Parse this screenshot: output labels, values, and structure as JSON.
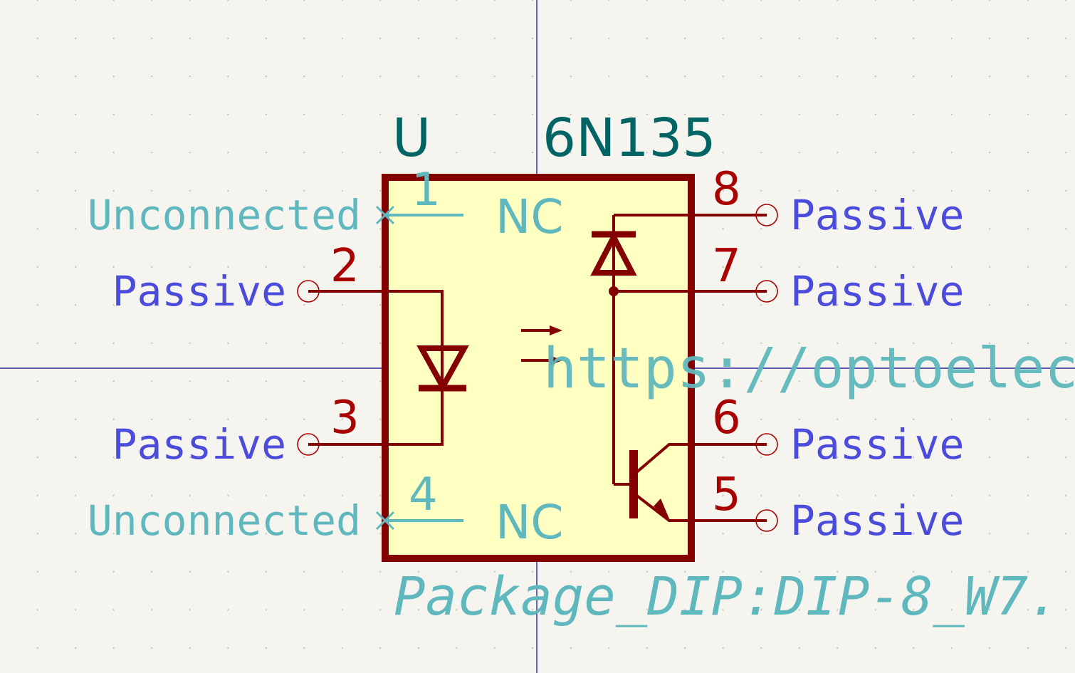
{
  "symbol": {
    "reference": "U",
    "value": "6N135",
    "url": "https://optoelectr",
    "footprint": "Package_DIP:DIP-8_W7."
  },
  "pins": {
    "p1": {
      "number": "1",
      "name": "NC",
      "type": "Unconnected"
    },
    "p2": {
      "number": "2",
      "type": "Passive"
    },
    "p3": {
      "number": "3",
      "type": "Passive"
    },
    "p4": {
      "number": "4",
      "name": "NC",
      "type": "Unconnected"
    },
    "p5": {
      "number": "5",
      "type": "Passive"
    },
    "p6": {
      "number": "6",
      "type": "Passive"
    },
    "p7": {
      "number": "7",
      "type": "Passive"
    },
    "p8": {
      "number": "8",
      "type": "Passive"
    }
  },
  "colors": {
    "body_fill": "#ffffc2",
    "body_stroke": "#840000",
    "pin_number": "#a90000",
    "field_text": "#006464",
    "nc_text": "#5fb8bd",
    "pin_type": "#4b4bdc",
    "axis": "#00008a",
    "background": "#f5f4ef"
  }
}
